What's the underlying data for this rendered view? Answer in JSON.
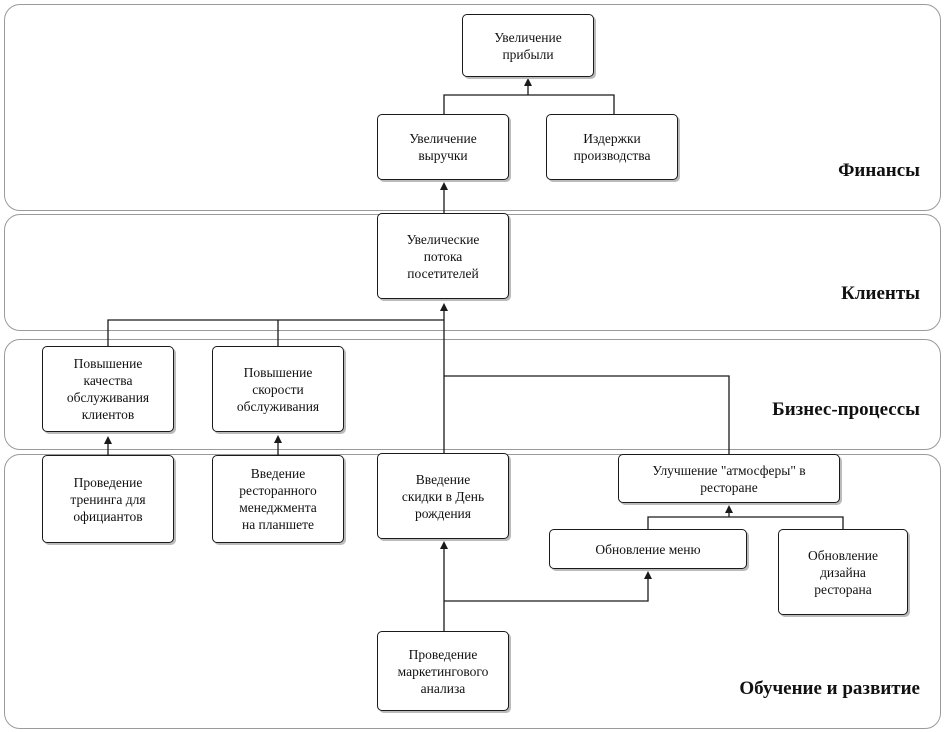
{
  "perspectives": {
    "finance": "Финансы",
    "clients": "Клиенты",
    "processes": "Бизнес-процессы",
    "learning": "Обучение и развитие"
  },
  "nodes": {
    "profit": "Увеличение\nприбыли",
    "revenue": "Увеличение\nвыручки",
    "costs": "Издержки\nпроизводства",
    "visitors": "Увеличеcкие\nпотока\nпосетителей",
    "service_quality": "Повышение\nкачества\nобслуживания\nклиентов",
    "service_speed": "Повышение\nскорости\nобслуживания",
    "waiter_training": "Проведение\nтренинга для\nофициантов",
    "tablet_management": "Введение\nресторанного\nменеджмента\nна планшете",
    "birthday_discount": "Введение\nскидки в День\nрождения",
    "atmosphere": "Улучшение \"атмосферы\" в\nресторане",
    "menu_update": "Обновление меню",
    "design_update": "Обновление\nдизайна\nресторана",
    "marketing_analysis": "Проведение\nмаркетингового\nанализа"
  },
  "colors": {
    "band_border": "#9a9a9a",
    "node_border": "#1a1a1a",
    "edge": "#1a1a1a"
  }
}
